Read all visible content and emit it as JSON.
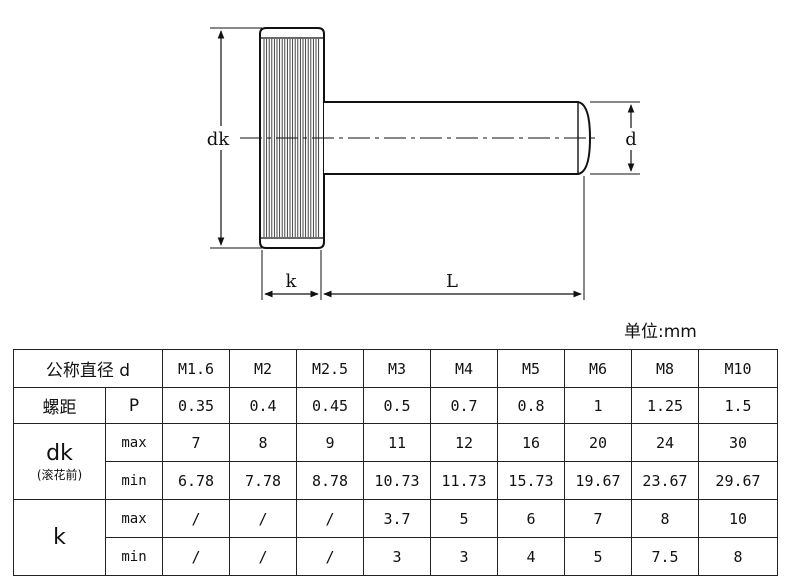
{
  "drawing": {
    "labels": {
      "dk": "dk",
      "d": "d",
      "k": "k",
      "L": "L"
    }
  },
  "unit": "单位:mm",
  "table": {
    "header": {
      "label": "公称直径 d",
      "sizes": [
        "M1.6",
        "M2",
        "M2.5",
        "M3",
        "M4",
        "M5",
        "M6",
        "M8",
        "M10"
      ]
    },
    "pitch": {
      "label": "螺距",
      "symbol": "P",
      "values": [
        "0.35",
        "0.4",
        "0.45",
        "0.5",
        "0.7",
        "0.8",
        "1",
        "1.25",
        "1.5"
      ]
    },
    "dk": {
      "label": "dk",
      "sublabel": "(滚花前)",
      "max": {
        "label": "max",
        "values": [
          "7",
          "8",
          "9",
          "11",
          "12",
          "16",
          "20",
          "24",
          "30"
        ]
      },
      "min": {
        "label": "min",
        "values": [
          "6.78",
          "7.78",
          "8.78",
          "10.73",
          "11.73",
          "15.73",
          "19.67",
          "23.67",
          "29.67"
        ]
      }
    },
    "k": {
      "label": "k",
      "max": {
        "label": "max",
        "values": [
          "/",
          "/",
          "/",
          "3.7",
          "5",
          "6",
          "7",
          "8",
          "10"
        ]
      },
      "min": {
        "label": "min",
        "values": [
          "/",
          "/",
          "/",
          "3",
          "3",
          "4",
          "5",
          "7.5",
          "8"
        ]
      }
    }
  }
}
